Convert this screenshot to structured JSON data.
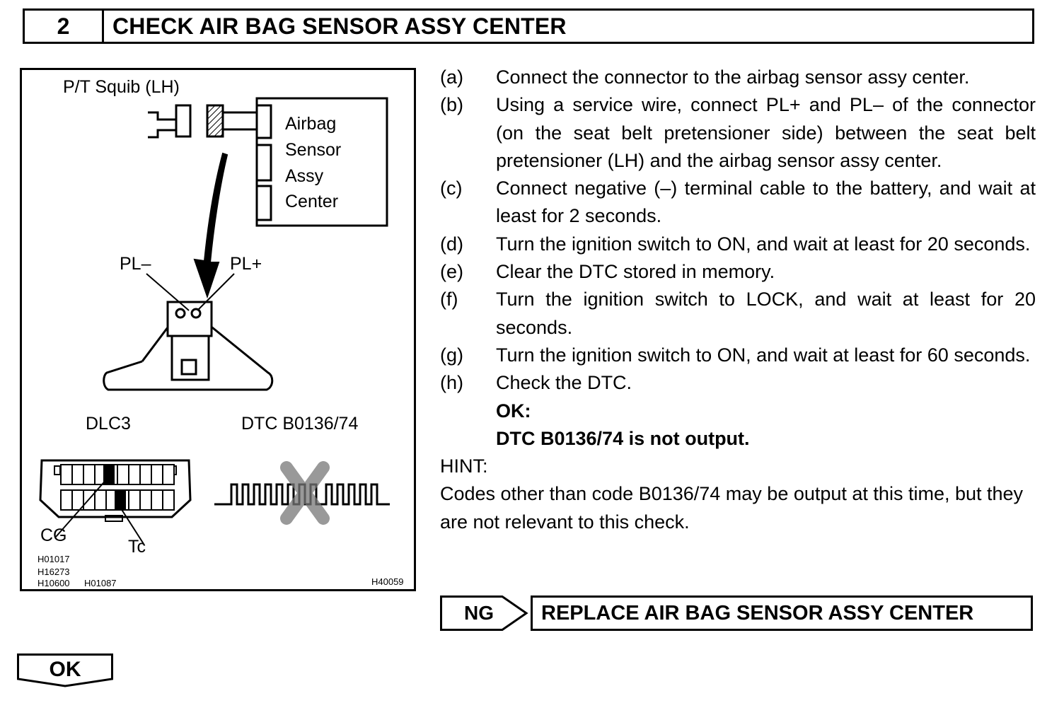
{
  "header": {
    "step_number": "2",
    "title": "CHECK AIR BAG SENSOR ASSY CENTER"
  },
  "figure": {
    "squib_label": "P/T Squib (LH)",
    "sensor_lines": [
      "Airbag",
      "Sensor",
      "Assy",
      "Center"
    ],
    "pl_minus": "PL–",
    "pl_plus": "PL+",
    "dlc3_label": "DLC3",
    "dtc_label": "DTC B0136/74",
    "cg_label": "CG",
    "tc_label": "Tc",
    "codes": [
      "H01017",
      "H16273",
      "H10600",
      "H01087"
    ],
    "figure_code": "H40059"
  },
  "steps": [
    {
      "label": "(a)",
      "text": "Connect the connector to the airbag sensor assy center."
    },
    {
      "label": "(b)",
      "text": "Using a service wire, connect PL+ and PL– of the connector (on the seat belt pretensioner side) between the seat belt pretensioner (LH) and the airbag sensor assy center."
    },
    {
      "label": "(c)",
      "text": "Connect negative (–) terminal cable to the battery, and wait at least for 2 seconds."
    },
    {
      "label": "(d)",
      "text": "Turn the ignition switch to ON, and wait at least for 20 seconds."
    },
    {
      "label": "(e)",
      "text": "Clear the DTC stored in memory."
    },
    {
      "label": "(f)",
      "text": "Turn the ignition switch to LOCK, and wait at least for 20 seconds."
    },
    {
      "label": "(g)",
      "text": "Turn the ignition switch to ON, and wait at least for 60 seconds."
    },
    {
      "label": "(h)",
      "text": "Check the DTC."
    }
  ],
  "ok_result": {
    "label": "OK:",
    "text": "DTC B0136/74 is not output."
  },
  "hint": {
    "label": "HINT:",
    "text": "Codes other than code B0136/74 may be output at this time, but they are not relevant to this check."
  },
  "ng": {
    "label": "NG",
    "action": "REPLACE AIR BAG SENSOR ASSY CENTER"
  },
  "ok_button": {
    "label": "OK"
  }
}
